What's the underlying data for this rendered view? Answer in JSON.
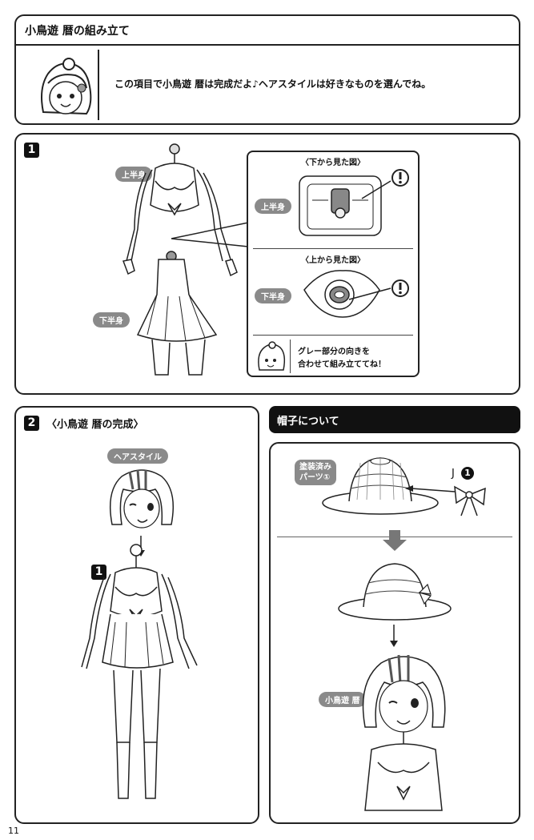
{
  "header": {
    "title": "小鳥遊 暦の組み立て",
    "intro_text": "この項目で小鳥遊 暦は完成だよ♪ヘアスタイルは好きなものを選んでね。"
  },
  "step1": {
    "number": "1",
    "label_upper": "上半身",
    "label_lower": "下半身",
    "detail_bottom_view_title": "〈下から見た図〉",
    "detail_top_view_title": "〈上から見た図〉",
    "detail_label_upper": "上半身",
    "detail_label_lower": "下半身",
    "caution_mark": "!",
    "tip_line1": "グレー部分の向きを",
    "tip_line2": "合わせて組み立ててね！"
  },
  "step2": {
    "number": "2",
    "title": "〈小鳥遊 暦の完成〉",
    "label_hairstyle": "ヘアスタイル",
    "ref_number": "1"
  },
  "hat": {
    "title": "帽子について",
    "label_painted_line1": "塗装済み",
    "label_painted_line2": "パーツ①",
    "part_letter": "J",
    "part_number": "1",
    "label_character": "小鳥遊 暦"
  },
  "footer": {
    "page_number": "11"
  }
}
